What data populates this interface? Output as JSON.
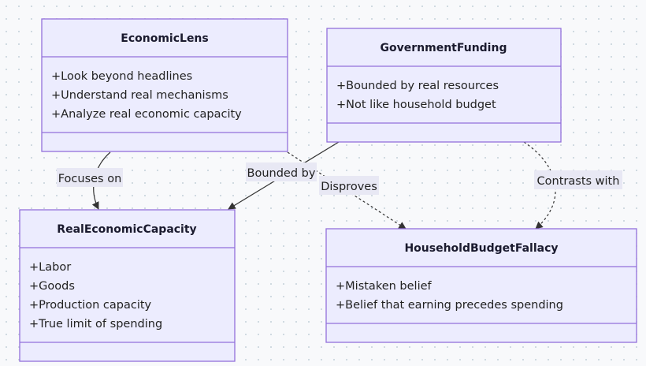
{
  "classes": [
    {
      "id": "economic-lens",
      "name": "EconomicLens",
      "attributes": [
        "+Look beyond headlines",
        "+Understand real mechanisms",
        "+Analyze real economic capacity"
      ]
    },
    {
      "id": "government-funding",
      "name": "GovernmentFunding",
      "attributes": [
        "+Bounded by real resources",
        "+Not like household budget"
      ]
    },
    {
      "id": "real-economic-capacity",
      "name": "RealEconomicCapacity",
      "attributes": [
        "+Labor",
        "+Goods",
        "+Production capacity",
        "+True limit of spending"
      ]
    },
    {
      "id": "household-budget-fallacy",
      "name": "HouseholdBudgetFallacy",
      "attributes": [
        "+Mistaken belief",
        "+Belief that earning precedes spending"
      ]
    }
  ],
  "relations": [
    {
      "from": "EconomicLens",
      "to": "RealEconomicCapacity",
      "label": "Focuses on",
      "style": "solid"
    },
    {
      "from": "GovernmentFunding",
      "to": "RealEconomicCapacity",
      "label": "Bounded by",
      "style": "solid"
    },
    {
      "from": "EconomicLens",
      "to": "HouseholdBudgetFallacy",
      "label": "Disproves",
      "style": "dashed"
    },
    {
      "from": "GovernmentFunding",
      "to": "HouseholdBudgetFallacy",
      "label": "Contrasts with",
      "style": "dashed"
    }
  ],
  "colors": {
    "box_fill": "#ececfe",
    "box_stroke": "#9370db",
    "edge": "#333333"
  }
}
